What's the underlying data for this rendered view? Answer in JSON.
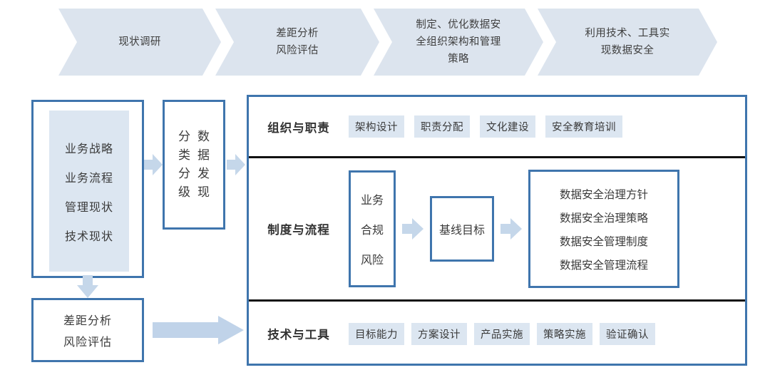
{
  "process_steps": [
    {
      "lines": [
        "现状调研"
      ]
    },
    {
      "lines": [
        "差距分析",
        "风险评估"
      ]
    },
    {
      "lines": [
        "制定、优化数据安",
        "全组织架构和管理",
        "策略"
      ]
    },
    {
      "lines": [
        "利用技术、工具实",
        "现数据安全"
      ]
    }
  ],
  "left": {
    "inputs": [
      "业务战略",
      "业务流程",
      "管理现状",
      "技术现状"
    ],
    "gap_box": [
      "差距分析",
      "风险评估"
    ]
  },
  "classification": {
    "column_right": [
      "数",
      "据",
      "发",
      "现"
    ],
    "column_left": [
      "分",
      "类",
      "分",
      "级"
    ]
  },
  "panel": {
    "rows": [
      {
        "label": "组织与职责",
        "tags": [
          "架构设计",
          "职责分配",
          "文化建设",
          "安全教育培训"
        ]
      },
      {
        "label": "制度与流程",
        "drivers": [
          "业务",
          "合规",
          "风险"
        ],
        "baseline": "基线目标",
        "outputs": [
          "数据安全治理方针",
          "数据安全治理策略",
          "数据安全管理制度",
          "数据安全管理流程"
        ]
      },
      {
        "label": "技术与工具",
        "tags": [
          "目标能力",
          "方案设计",
          "产品实施",
          "策略实施",
          "验证确认"
        ]
      }
    ]
  },
  "colors": {
    "chevron_fill": "#dce4ee",
    "box_border": "#3f75ad",
    "tag_fill": "#dce6f1",
    "arrow_fill": "#c5d7ea",
    "divider": "#111111",
    "text": "#3a3a3a"
  }
}
